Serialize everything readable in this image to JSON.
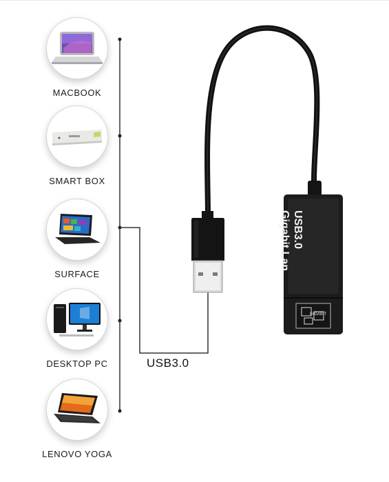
{
  "devices": [
    {
      "id": "macbook",
      "label": "MACBOOK",
      "icon": "laptop-icon"
    },
    {
      "id": "smart-box",
      "label": "SMART BOX",
      "icon": "set-top-box-icon"
    },
    {
      "id": "surface",
      "label": "SURFACE",
      "icon": "tablet-icon"
    },
    {
      "id": "desktop-pc",
      "label": "DESKTOP PC",
      "icon": "desktop-pc-icon"
    },
    {
      "id": "lenovo-yoga",
      "label": "LENOVO YOGA",
      "icon": "convertible-laptop-icon"
    }
  ],
  "cable": {
    "label": "USB3.0"
  },
  "adapter": {
    "line1": "USB3.0",
    "line2": "Gigabit Lan",
    "port_badge": "GIGABIT",
    "body_color": "#1c1c1c"
  }
}
